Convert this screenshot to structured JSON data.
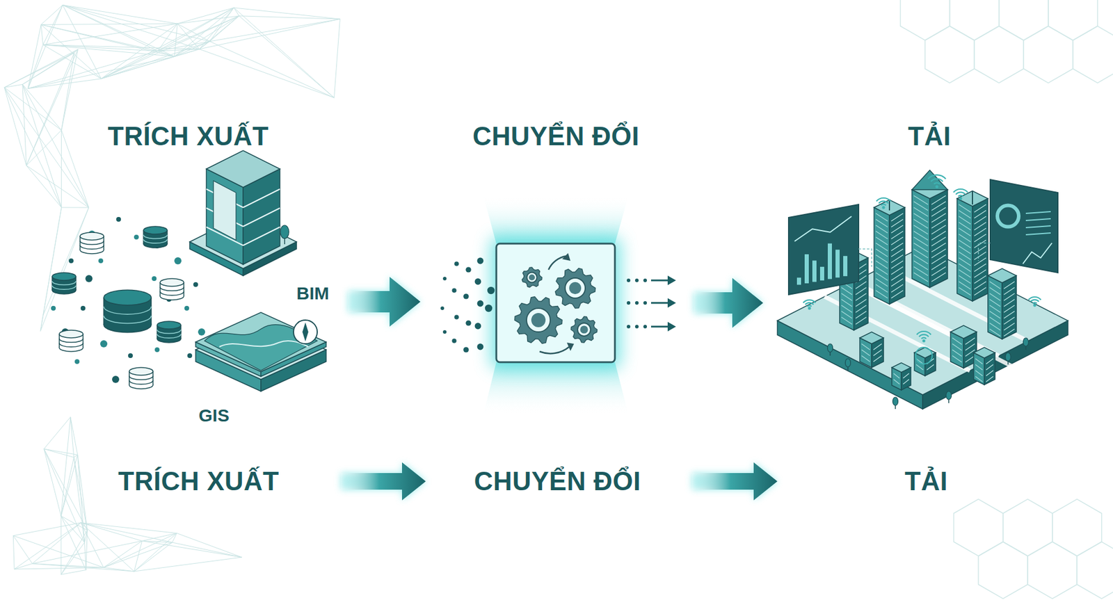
{
  "diagram": {
    "nodes": [
      {
        "text": [
          "TRÍCH XUẤT"
        ]
      },
      {
        "text": [
          "CHUYỂN ĐỔI"
        ]
      },
      {
        "text": [
          "TẢI"
        ]
      },
      {
        "text": [
          "TRÍCH XUẤT"
        ]
      },
      {
        "text": [
          "CHUYỂN ĐỔI"
        ]
      },
      {
        "text": [
          "TẢI"
        ]
      }
    ],
    "edges": [
      {
        "from": 0,
        "to": 1,
        "arrow": "to"
      },
      {
        "from": 1,
        "to": 2,
        "arrow": "to"
      },
      {
        "from": 3,
        "to": 4,
        "arrow": "to"
      },
      {
        "from": 4,
        "to": 5,
        "arrow": "to"
      }
    ],
    "labels": [
      "BIM",
      "GIS"
    ]
  }
}
